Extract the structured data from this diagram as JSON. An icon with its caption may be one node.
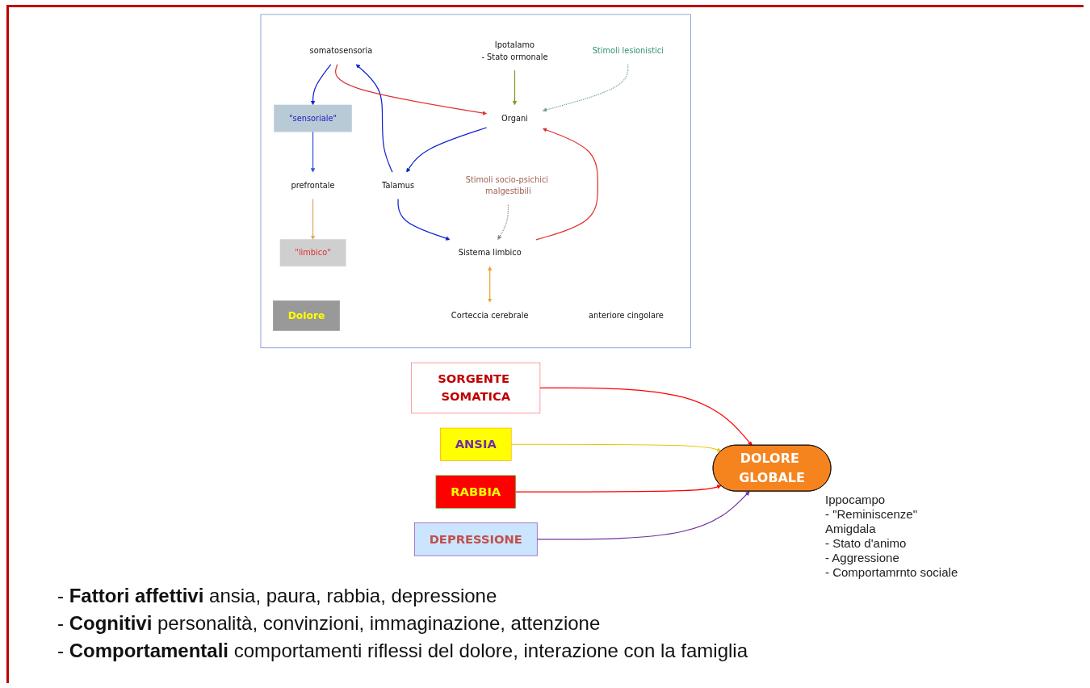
{
  "diagram": {
    "nodes": [
      {
        "text": [
          "DOLORE GLOBALE"
        ]
      },
      {
        "text": [
          "SORGENTE SOMATICA"
        ]
      },
      {
        "text": [
          "ANSIA"
        ]
      },
      {
        "text": [
          "RABBIA"
        ]
      },
      {
        "text": [
          "DEPRESSIONE"
        ]
      },
      {
        "text": [],
        "shape": "box"
      },
      {
        "text": [
          "Dolore"
        ],
        "in": 5
      },
      {
        "text": [
          "\"limbico\""
        ],
        "in": 5
      },
      {
        "text": [
          "\"sensoriale\""
        ],
        "in": 5
      },
      {
        "text": [
          "Stimoli socio-psichici malgestibili"
        ],
        "in": 5
      },
      {
        "text": [
          "prefrontale"
        ],
        "in": 5
      },
      {
        "text": [
          "anteriore cingolare"
        ],
        "in": 5
      },
      {
        "text": [
          "Corteccia cerebrale"
        ],
        "in": 5
      },
      {
        "text": [
          "somatosensoria"
        ],
        "in": 5
      },
      {
        "text": [
          "Sistema limbico"
        ],
        "in": 5
      },
      {
        "text": [
          "Ipotalamo",
          "- Stato ormonale"
        ],
        "in": 5
      },
      {
        "text": [
          "Talamus"
        ],
        "in": 5
      },
      {
        "text": [
          "Organi"
        ],
        "in": 5
      },
      {
        "text": [
          "Stimoli lesionistici"
        ],
        "in": 5
      }
    ],
    "edges": [
      {
        "from": 1,
        "to": 0,
        "arrow": "to",
        "color": "#ff0000"
      },
      {
        "from": 2,
        "to": 0,
        "arrow": "to",
        "color": "#e6c800"
      },
      {
        "from": 3,
        "to": 0,
        "arrow": "to",
        "color": "#ff0000"
      },
      {
        "from": 4,
        "to": 0,
        "arrow": "to",
        "color": "#7030a0"
      },
      {
        "from": 10,
        "to": 7,
        "arrow": "to",
        "color": "#d8a860"
      },
      {
        "from": 8,
        "to": 10,
        "arrow": "to",
        "color": "#3050e0"
      },
      {
        "from": 13,
        "to": 8,
        "arrow": "to",
        "color": "#1020d0"
      },
      {
        "from": 14,
        "to": 12,
        "arrow": "both",
        "color": "#f0a030"
      },
      {
        "from": 16,
        "to": 14,
        "arrow": "to",
        "color": "#1020d0"
      },
      {
        "from": 16,
        "to": 13,
        "arrow": "to",
        "color": "#1020d0"
      },
      {
        "from": 17,
        "to": 16,
        "arrow": "to",
        "color": "#1020d0"
      },
      {
        "from": 13,
        "to": 17,
        "arrow": "to",
        "color": "#e03030"
      },
      {
        "from": 15,
        "to": 17,
        "arrow": "to",
        "color": "#7a9a20"
      },
      {
        "from": 14,
        "to": 17,
        "arrow": "to",
        "color": "#e03030"
      },
      {
        "from": 9,
        "to": 14,
        "arrow": "to",
        "style": "dashed",
        "color": "#888888"
      },
      {
        "from": 18,
        "to": 17,
        "arrow": "to",
        "style": "dashed",
        "color": "#70a090"
      }
    ],
    "labels": [
      "Ippocampo",
      "- \"Reminiscenze\"",
      "Amigdala",
      "- Stato d'animo",
      "- Aggressione",
      "- Comportamrnto sociale",
      "- **Fattori affettivi** ansia, paura, rabbia, depressione",
      "- **Cognitivi** personalità, convinzioni, immaginazione, attenzione",
      "- **Comportamentali** comportamenti riflessi del dolore, interazione con la famiglia"
    ]
  }
}
